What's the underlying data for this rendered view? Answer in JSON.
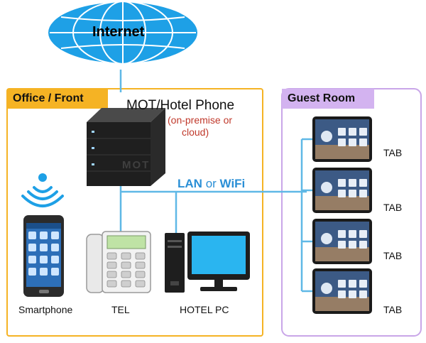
{
  "internet": {
    "label": "Internet"
  },
  "office": {
    "title": "Office / Front"
  },
  "guest": {
    "title": "Guest Room"
  },
  "server": {
    "title": "MOT/Hotel Phone",
    "subtitle_line1": "(on-premise or",
    "subtitle_line2": "cloud)",
    "brand": "MOT"
  },
  "network": {
    "lan": "LAN",
    "or": "or",
    "wifi": "WiFi"
  },
  "devices": {
    "smartphone": "Smartphone",
    "tel": "TEL",
    "pc": "HOTEL PC"
  },
  "tablets": [
    {
      "label": "TAB"
    },
    {
      "label": "TAB"
    },
    {
      "label": "TAB"
    },
    {
      "label": "TAB"
    }
  ],
  "colors": {
    "office_border": "#f5b324",
    "guest_border": "#c9a6e8",
    "network_line": "#5fb8e6",
    "network_text": "#2a8fd6",
    "subtitle_red": "#c0392b",
    "globe": "#1ea0e6"
  }
}
